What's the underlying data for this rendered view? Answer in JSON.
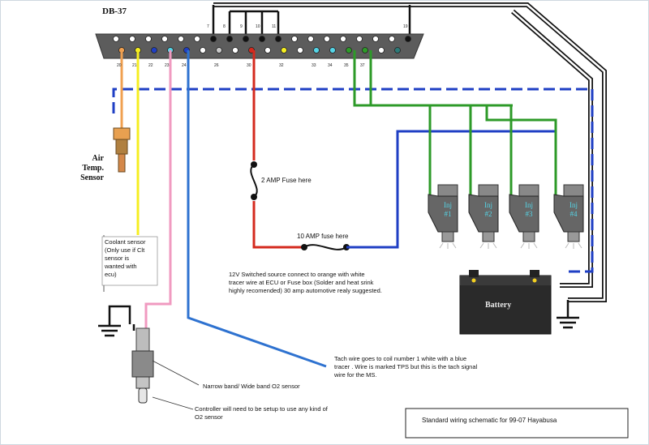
{
  "connector": {
    "title": "DB-37",
    "top_pins": [
      "7",
      "8",
      "9",
      "10",
      "11",
      "19"
    ],
    "bottom_pins": [
      "20",
      "21",
      "22",
      "23",
      "24",
      "26",
      "30",
      "32",
      "33",
      "34",
      "35",
      "37"
    ]
  },
  "labels": {
    "air_temp_sensor": "Air\nTemp.\nSensor",
    "coolant_sensor": "Coolant sensor\n(Only use if Clt\nsensor is\nwanted with\necu)",
    "fuse_2amp": "2 AMP Fuse here",
    "fuse_10amp": "10 AMP fuse here",
    "switched_source": "12V Switched source connect to orange with white\ntracer wire at ECU or Fuse box (Solder and heat srink\nhighly recomended) 30 amp automotive realy suggested.",
    "tach_wire": "Tach wire goes to coil number 1 white with a blue\ntracer . Wire is marked TPS but this is the tach signal\nwire for the MS.",
    "o2_sensor": "Narrow band/ Wide band O2 sensor",
    "controller_note": "Controller will need to be setup to use any kind of\nO2 sensor",
    "battery": "Battery",
    "caption": "Standard wiring schematic for 99-07  Hayabusa"
  },
  "injectors": [
    "Inj\n#1",
    "Inj\n#2",
    "Inj\n#3",
    "Inj\n#4"
  ],
  "colors": {
    "red": "#d42a1e",
    "blue": "#1f3fc4",
    "green": "#2d9a28",
    "pink": "#f09ac0",
    "yellow": "#f5ee20",
    "orange": "#f0a050",
    "black": "#111111",
    "tach_blue": "#2e72d0",
    "cyan": "#55d4e6"
  }
}
